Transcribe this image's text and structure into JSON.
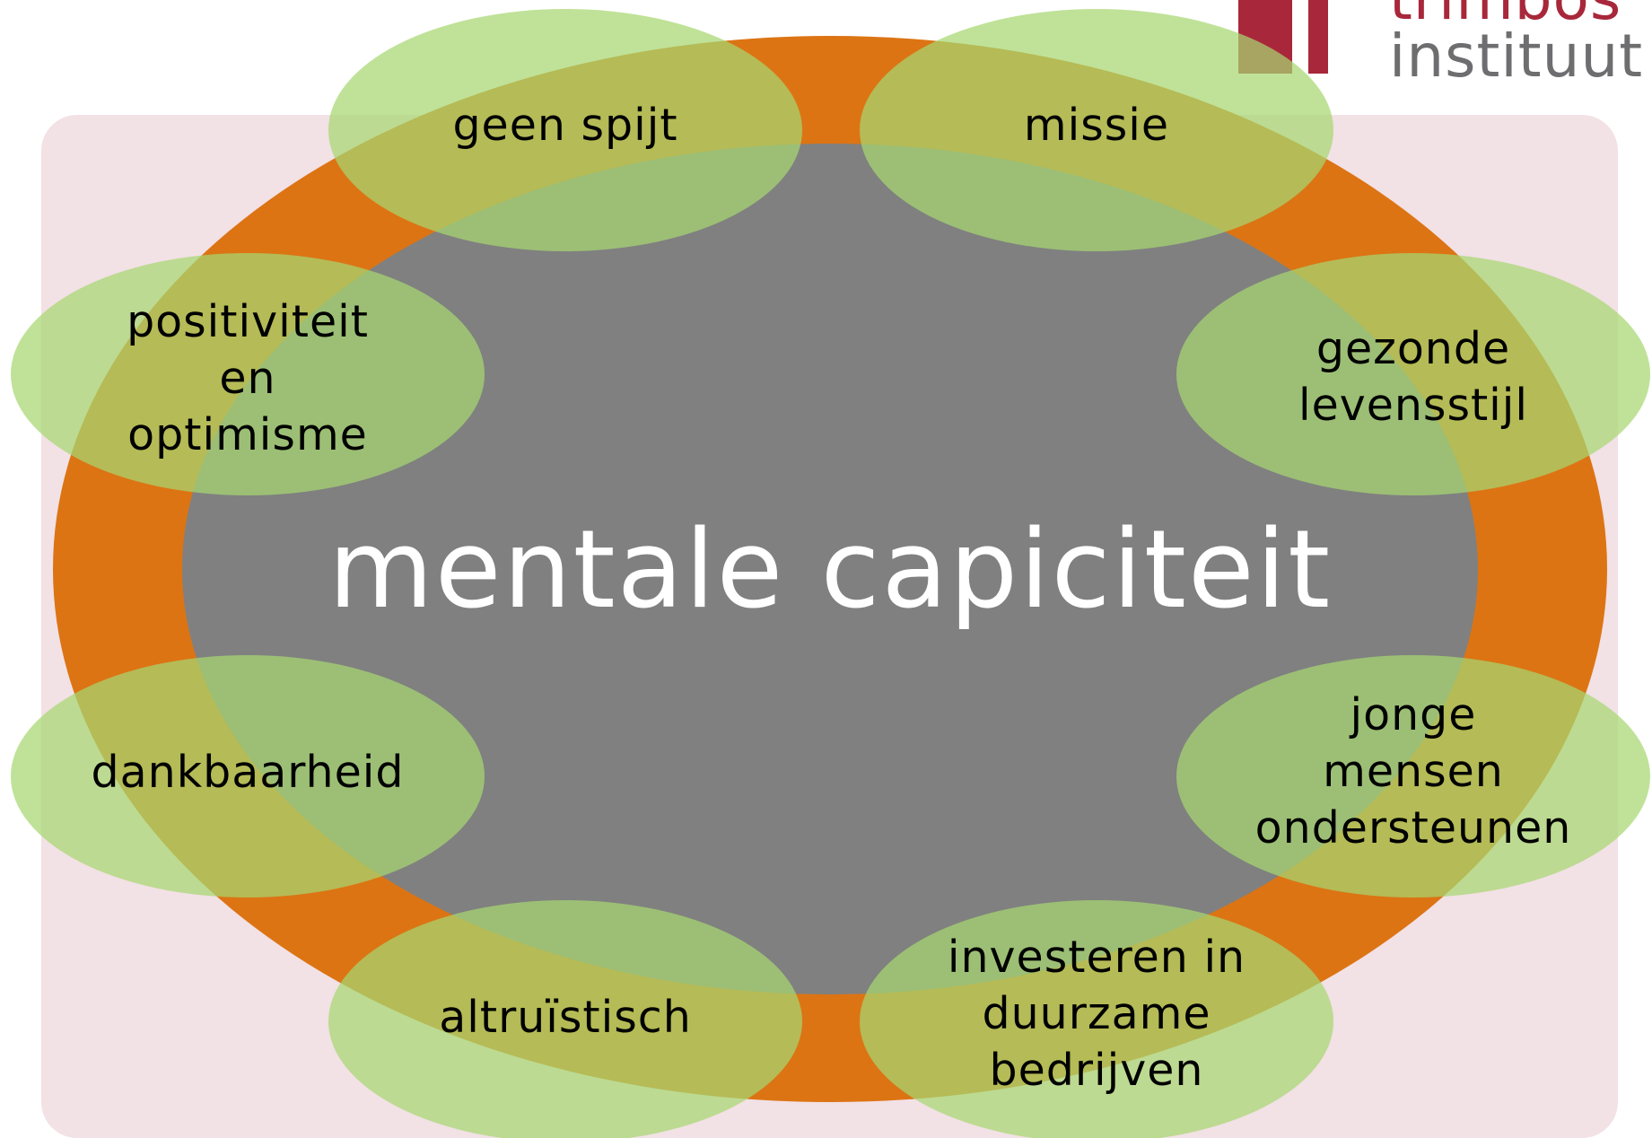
{
  "colors": {
    "page_bg": "#ffffff",
    "panel_bg": "#f2e1e5",
    "outer_ring": "#dc7414",
    "core": "#808080",
    "petal": "#a6d770",
    "logo_red": "#a8273a",
    "logo_gray": "#6e6e70"
  },
  "logo": {
    "line1": "trimbos",
    "line2": "instituut"
  },
  "center": {
    "label": "mentale capiciteit"
  },
  "petals": [
    {
      "id": "geen-spijt",
      "label": "geen spijt"
    },
    {
      "id": "missie",
      "label": "missie"
    },
    {
      "id": "positiviteit",
      "label": "positiviteit\nen\noptimisme"
    },
    {
      "id": "gezonde-levensstijl",
      "label": "gezonde\nlevensstijl"
    },
    {
      "id": "dankbaarheid",
      "label": "dankbaarheid"
    },
    {
      "id": "jonge-mensen",
      "label": "jonge\nmensen\nondersteunen"
    },
    {
      "id": "altruistisch",
      "label": "altruïstisch"
    },
    {
      "id": "investeren",
      "label": "investeren in\nduurzame\nbedrijven"
    }
  ]
}
